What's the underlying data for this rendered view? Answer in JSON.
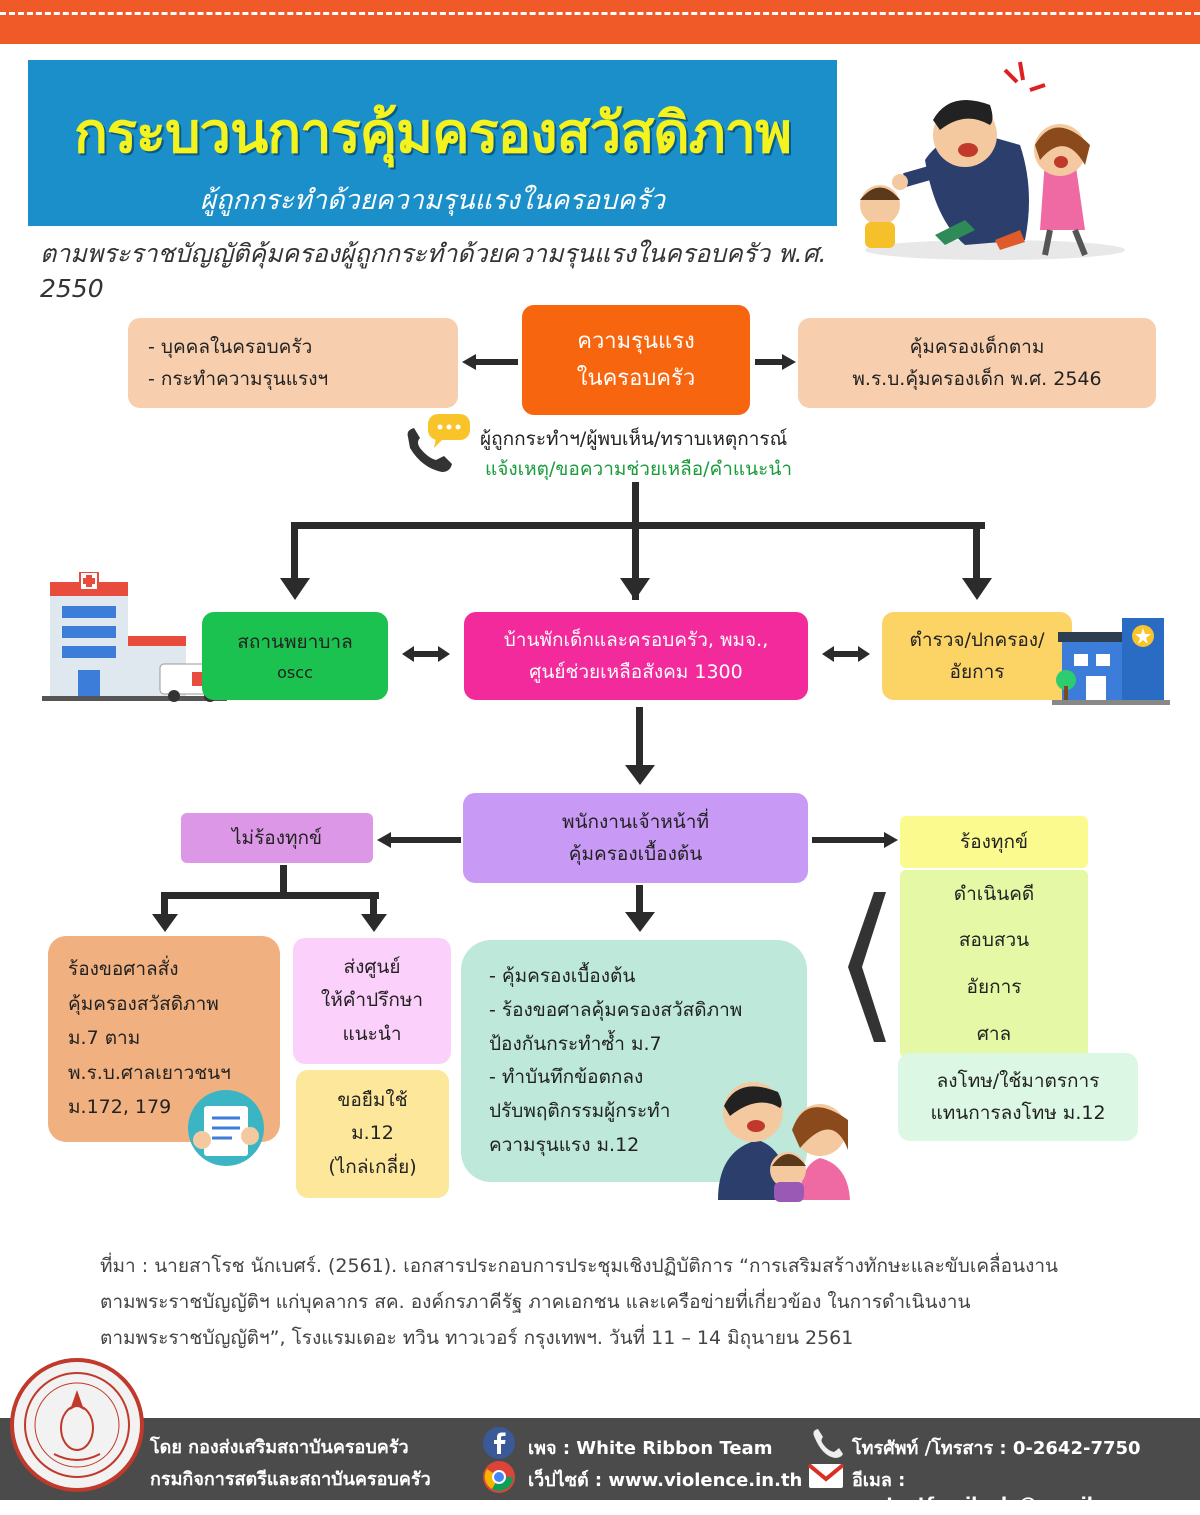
{
  "header": {
    "title": "กระบวนการคุ้มครองสวัสดิภาพ",
    "subtitle": "ผู้ถูกกระทำด้วยความรุนแรงในครอบครัว",
    "law": "ตามพระราชบัญญัติคุ้มครองผู้ถูกกระทำด้วยความรุนแรงในครอบครัว พ.ศ. 2550"
  },
  "flow": {
    "center": [
      "ความรุนแรง",
      "ในครอบครัว"
    ],
    "left_top": [
      "- บุคคลในครอบครัว",
      "- กระทำความรุนแรงฯ"
    ],
    "right_top": [
      "คุ้มครองเด็กตาม",
      "พ.ร.บ.คุ้มครองเด็ก พ.ศ. 2546"
    ],
    "report_line1": "ผู้ถูกกระทำฯ/ผู้พบเห็น/ทราบเหตุการณ์",
    "report_line2": "แจ้งเหตุ/ขอความช่วยเหลือ/คำแนะนำ",
    "hospital": [
      "สถานพยาบาล",
      "oscc"
    ],
    "shelter": [
      "บ้านพักเด็กและครอบครัว, พมจ.,",
      "ศูนย์ช่วยเหลือสังคม 1300"
    ],
    "police": [
      "ตำรวจ/ปกครอง/",
      "อัยการ"
    ],
    "officer": [
      "พนักงานเจ้าหน้าที่",
      "คุ้มครองเบื้องต้น"
    ],
    "no_complaint": "ไม่ร้องทุกข์",
    "court_order": [
      "ร้องขอศาลสั่ง",
      "คุ้มครองสวัสดิภาพ",
      "ม.7 ตาม",
      "พ.ร.บ.ศาลเยาวชนฯ",
      "ม.172, 179"
    ],
    "counsel": [
      "ส่งศูนย์",
      "ให้คำปรึกษา",
      "แนะนำ"
    ],
    "settle": [
      "ขอยืมใช้",
      "ม.12",
      "(ไกล่เกลี่ย)"
    ],
    "protect": [
      "- คุ้มครองเบื้องต้น",
      "- ร้องขอศาลคุ้มครองสวัสดิภาพ",
      "ป้องกันกระทำซ้ำ ม.7",
      "- ทำบันทึกข้อตกลง",
      "ปรับพฤติกรรมผู้กระทำ",
      "ความรุนแรง ม.12"
    ],
    "complaint": "ร้องทุกข์",
    "steps": [
      "ดำเนินคดี",
      "สอบสวน",
      "อัยการ",
      "ศาล"
    ],
    "punish": [
      "ลงโทษ/ใช้มาตรการ",
      "แทนการลงโทษ ม.12"
    ]
  },
  "source": {
    "line1": "ที่มา : นายสาโรช นักเบศร์. (2561). เอกสารประกอบการประชุมเชิงปฏิบัติการ “การเสริมสร้างทักษะและขับเคลื่อนงาน",
    "line2": "ตามพระราชบัญญัติฯ แก่บุคลากร สค. องค์กรภาคีรัฐ ภาคเอกชน และเครือข่ายที่เกี่ยวข้อง ในการดำเนินงาน",
    "line3": "ตามพระราชบัญญัติฯ”, โรงแรมเดอะ ทวิน ทาวเวอร์ กรุงเทพฯ. วันที่ 11 – 14 มิถุนายน 2561"
  },
  "footer": {
    "org1": "โดย กองส่งเสริมสถาบันครอบครัว",
    "org2": "กรมกิจการสตรีและสถาบันครอบครัว",
    "page": "เพจ : White Ribbon Team",
    "website": "เว็ปไซต์ : www.violence.in.th",
    "phone": "โทรศัพท์ /โทรสาร : 0-2642-7750",
    "email": "อีเมล : protectfamily.dv@gmail.com"
  },
  "colors": {
    "orange": "#f7660e",
    "peach": "#f8cfae",
    "green": "#1bc24f",
    "magenta": "#f22a9b",
    "yellow": "#fcd365",
    "purple": "#c99af5",
    "blue": "#1a8fc9"
  },
  "icons": [
    "phone-icon",
    "chat-bubble-icon",
    "hospital-icon",
    "ambulance-icon",
    "police-station-icon",
    "document-icon",
    "family-icon",
    "seal-icon",
    "facebook-icon",
    "chrome-icon",
    "mail-icon"
  ]
}
